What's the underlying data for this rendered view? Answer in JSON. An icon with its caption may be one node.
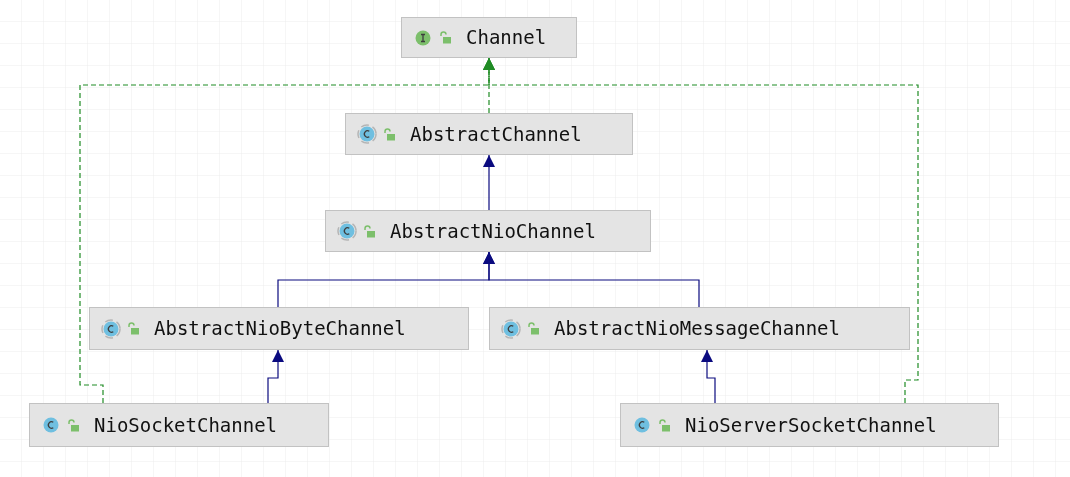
{
  "diagram": {
    "nodes": [
      {
        "text": [
          "Channel"
        ]
      },
      {
        "text": [
          "AbstractChannel"
        ]
      },
      {
        "text": [
          "AbstractNioChannel"
        ]
      },
      {
        "text": [
          "AbstractNioByteChannel"
        ]
      },
      {
        "text": [
          "AbstractNioMessageChannel"
        ]
      },
      {
        "text": [
          "NioSocketChannel"
        ]
      },
      {
        "text": [
          "NioServerSocketChannel"
        ]
      }
    ],
    "edges": [
      {
        "from": 1,
        "to": 0,
        "arrow": "to",
        "style": "dashed",
        "color": "#1f8b24"
      },
      {
        "from": 2,
        "to": 1,
        "arrow": "to"
      },
      {
        "from": 3,
        "to": 2,
        "arrow": "to"
      },
      {
        "from": 4,
        "to": 2,
        "arrow": "to"
      },
      {
        "from": 5,
        "to": 3,
        "arrow": "to"
      },
      {
        "from": 6,
        "to": 4,
        "arrow": "to"
      },
      {
        "from": 5,
        "to": 0,
        "arrow": "to",
        "style": "dashed",
        "color": "#1f8b24"
      },
      {
        "from": 6,
        "to": 0,
        "arrow": "to",
        "style": "dashed",
        "color": "#1f8b24"
      }
    ]
  }
}
